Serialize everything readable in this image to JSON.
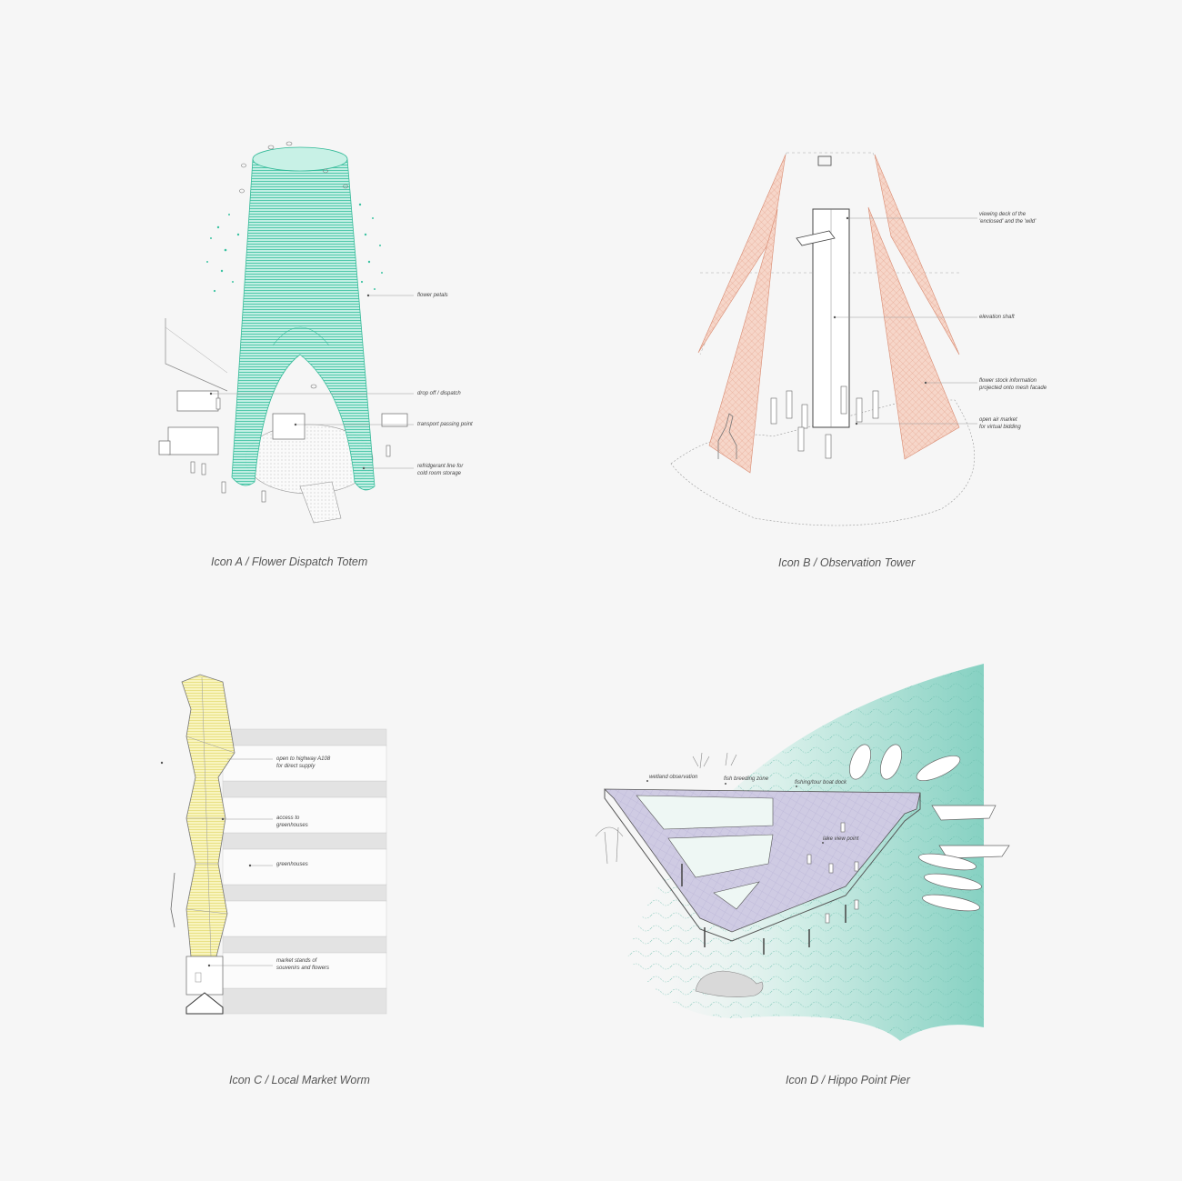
{
  "captions": {
    "a": "Icon A / Flower Dispatch Totem",
    "b": "Icon B / Observation Tower",
    "c": "Icon C / Local Market Worm",
    "d": "Icon D / Hippo Point Pier"
  },
  "annotations": {
    "a": [
      "flower petals",
      "drop off / dispatch",
      "transport passing point",
      "refridgerant line for\ncold room storage"
    ],
    "b": [
      "viewing deck of the\n'enclosed' and the 'wild'",
      "elevation shaft",
      "flower stock information\nprojected onto mesh facade",
      "open air market\nfor virtual bidding"
    ],
    "c": [
      "open to highway A108\nfor direct supply",
      "access to\ngreenhouses",
      "greenhouses",
      "market stands of\nsouvenirs and flowers"
    ],
    "d": [
      "wetland observation",
      "fish breeding zone",
      "fishing/tour boat dock",
      "lake view point"
    ]
  },
  "colors": {
    "background": "#f6f6f6",
    "totem_mint": "#5fd0b5",
    "tower_peach": "#e8a68e",
    "worm_yellow": "#f1ec9a",
    "pier_lilac": "#cfcbe3",
    "lake_teal": "#86d1c2"
  },
  "icons": {
    "a": "flower-dispatch-totem-drawing",
    "b": "observation-tower-drawing",
    "c": "local-market-worm-drawing",
    "d": "hippo-point-pier-drawing"
  }
}
